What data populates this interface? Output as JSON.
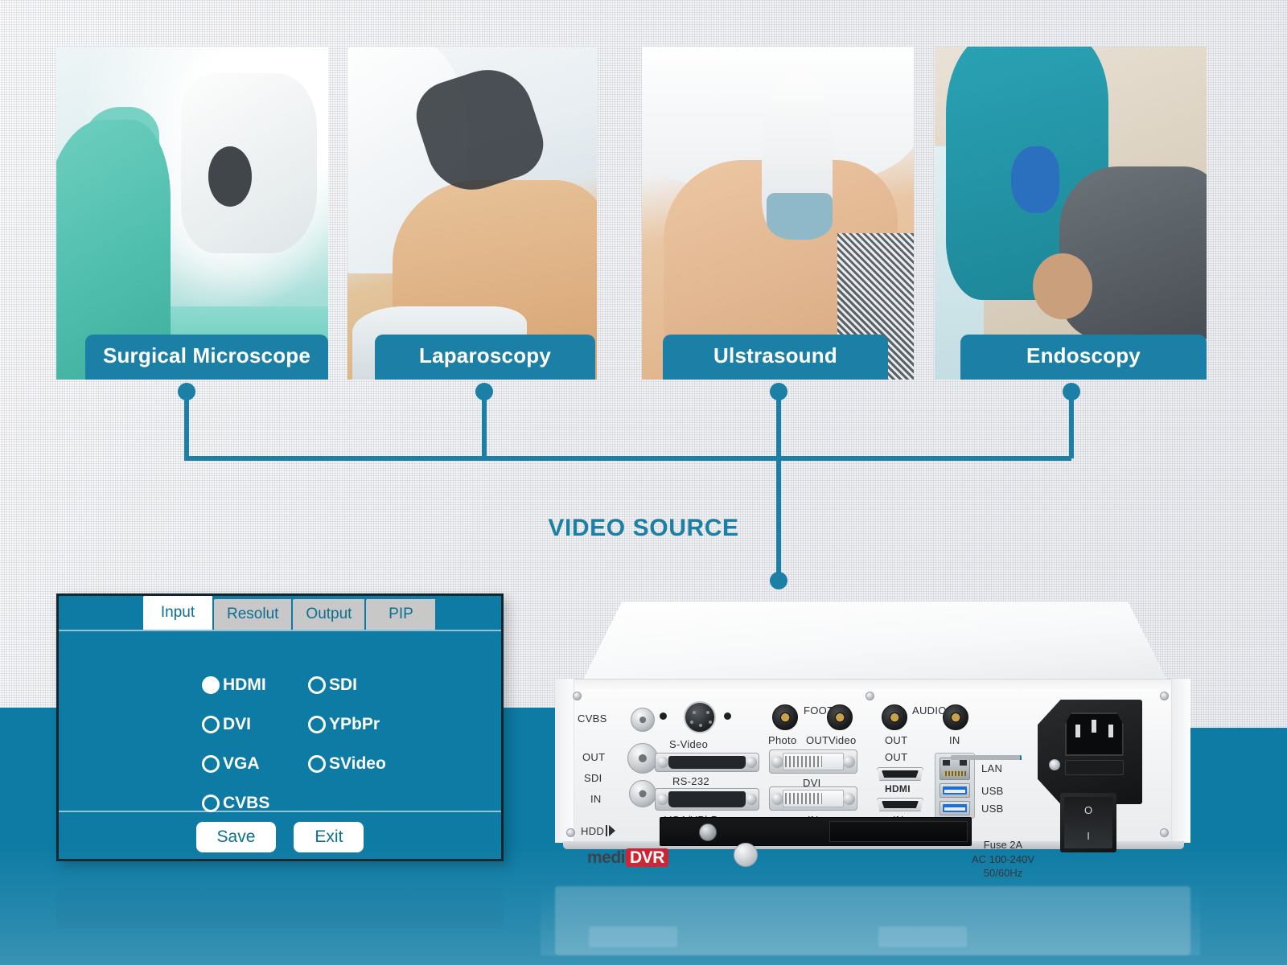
{
  "diagram": {
    "center_label": "VIDEO SOURCE",
    "accent_color": "#1b7fa6",
    "band_color": "#0d7ba4"
  },
  "sources": [
    {
      "caption": "Surgical Microscope",
      "icon": "surgical-microscope-photo"
    },
    {
      "caption": "Laparoscopy",
      "icon": "laparoscopy-photo"
    },
    {
      "caption": "Ulstrasound",
      "icon": "ultrasound-photo"
    },
    {
      "caption": "Endoscopy",
      "icon": "endoscopy-photo"
    }
  ],
  "settings_panel": {
    "tabs": [
      {
        "label": "Input",
        "active": true
      },
      {
        "label": "Resolut",
        "active": false
      },
      {
        "label": "Output",
        "active": false
      },
      {
        "label": "PIP",
        "active": false
      }
    ],
    "input_options_left": [
      {
        "label": "HDMI",
        "selected": true
      },
      {
        "label": "DVI",
        "selected": false
      },
      {
        "label": "VGA",
        "selected": false
      },
      {
        "label": "CVBS",
        "selected": false
      }
    ],
    "input_options_right": [
      {
        "label": "SDI",
        "selected": false
      },
      {
        "label": "YPbPr",
        "selected": false
      },
      {
        "label": "SVideo",
        "selected": false
      }
    ],
    "buttons": [
      {
        "label": "Save",
        "name": "save-button"
      },
      {
        "label": "Exit",
        "name": "exit-button"
      }
    ]
  },
  "device": {
    "brand_prefix": "medi",
    "brand_suffix": "DVR",
    "fuse_text_line1": "Fuse 2A",
    "fuse_text_line2": "AC 100-240V",
    "fuse_text_line3": "50/60Hz",
    "power_switch_off": "O",
    "power_switch_on": "I",
    "port_labels": {
      "cvbs": "CVBS",
      "sdi_out": "OUT",
      "sdi": "SDI",
      "sdi_in": "IN",
      "hdd": "HDD",
      "svideo": "S-Video",
      "rs232": "RS-232",
      "vga_ypbpr": "VGA/YPbPr",
      "foot": "FOOT",
      "foot_photo": "Photo",
      "foot_out": "OUT",
      "foot_video": "Video",
      "dvi": "DVI",
      "dvi_in": "IN",
      "audio": "AUDIO",
      "audio_out": "OUT",
      "audio_in": "IN",
      "hdmi_out": "OUT",
      "hdmi": "HDMI",
      "hdmi_in": "IN",
      "lan": "LAN",
      "usb1": "USB",
      "usb2": "USB"
    }
  }
}
